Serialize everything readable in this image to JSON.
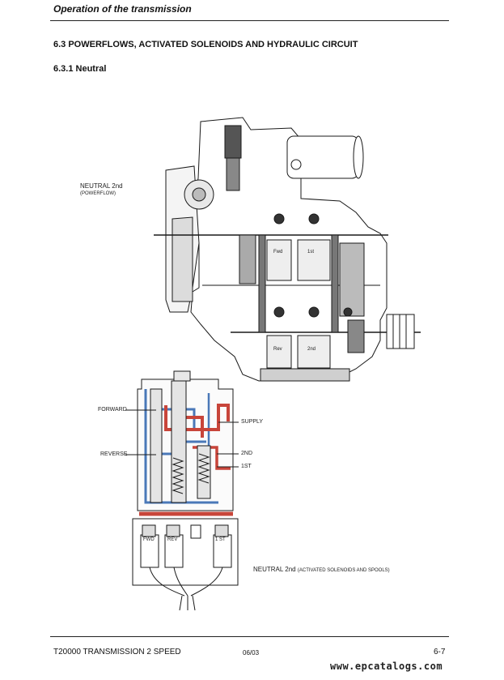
{
  "header": {
    "title": "Operation of the transmission"
  },
  "section": {
    "heading": "6.3 POWERFLOWS, ACTIVATED SOLENOIDS AND HYDRAULIC CIRCUIT",
    "subheading": "6.3.1 Neutral"
  },
  "figure_top": {
    "label_main": "NEUTRAL 2nd",
    "label_sub": "(POWERFLOW)",
    "part_labels": [
      "Fwd",
      "1st",
      "Rev",
      "2nd"
    ]
  },
  "figure_bottom": {
    "callouts": {
      "forward": "FORWARD",
      "reverse": "REVERSE",
      "supply": "SUPPLY",
      "second": "2ND",
      "first": "1ST"
    },
    "solenoids": [
      "FWD",
      "REV",
      "1 ST"
    ],
    "caption_main": "NEUTRAL 2nd",
    "caption_sub": "(ACTIVATED SOLENOIDS AND SPOOLS)"
  },
  "footer": {
    "title": "T20000 TRANSMISSION  2 SPEED",
    "date": "06/03",
    "page": "6-7"
  },
  "watermark": "www.epcatalogs.com",
  "colors": {
    "oil_red": "#c8453a",
    "oil_blue": "#4a78b8",
    "line": "#1a1a1a",
    "shade": "#9a9a9a"
  }
}
